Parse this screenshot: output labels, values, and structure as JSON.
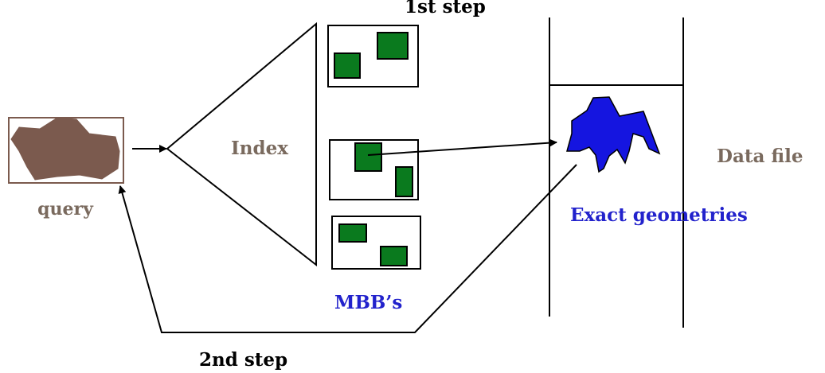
{
  "labels": {
    "step1": "1st step",
    "step2": "2nd step",
    "index": "Index",
    "query": "query",
    "data_file": "Data file",
    "mbbs": "MBB’s",
    "exact_geometries": "Exact geometries"
  },
  "colors": {
    "line": "#000000",
    "label_brown": "#7a6a5e",
    "label_blue": "#2222cc",
    "query_fill": "#7b5a4e",
    "mbb_fill": "#0a7a1e",
    "geometry_fill": "#1515e0"
  }
}
